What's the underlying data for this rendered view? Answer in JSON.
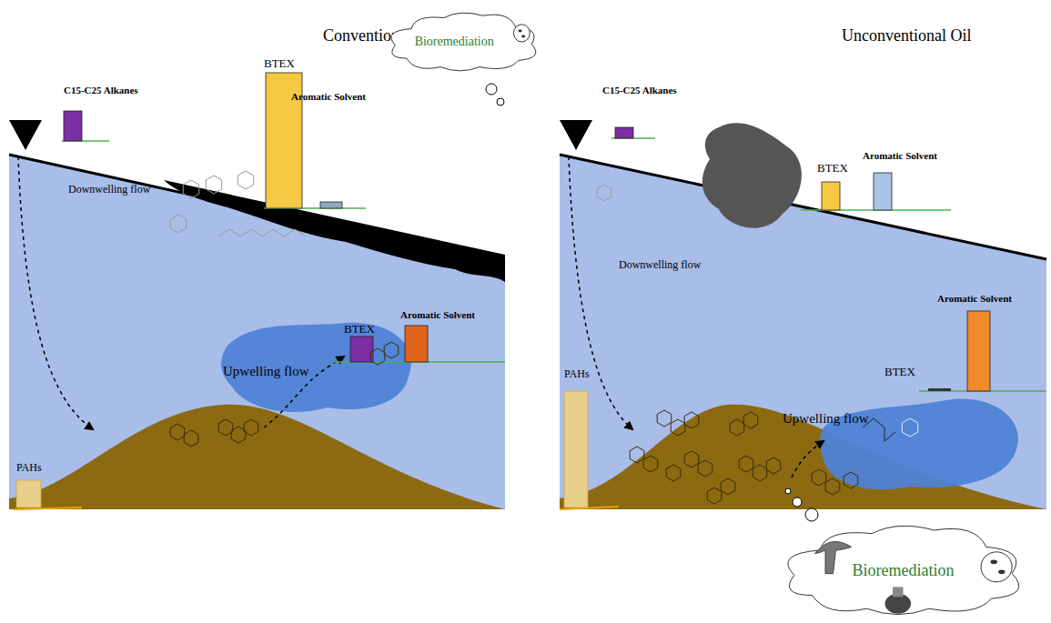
{
  "diagram": {
    "nodes": [
      {
        "text": [
          "Bioremediation"
        ]
      },
      {
        "text": [
          "Bioremediation"
        ]
      }
    ],
    "labels": [
      "Conventional Oil",
      "Unconventional Oil",
      "BTEX",
      "Aromatic Solvent",
      "C15-C25 Alkanes",
      "Downwelling flow",
      "Aromatic Solvent",
      "BTEX",
      "Upwelling flow",
      "PAHs",
      "BTEX",
      "Aromatic Solvent",
      "C15-C25 Alkanes",
      "Downwelling flow",
      "Aromatic Solvent",
      "BTEX",
      "Upwelling flow",
      "PAHs"
    ]
  }
}
